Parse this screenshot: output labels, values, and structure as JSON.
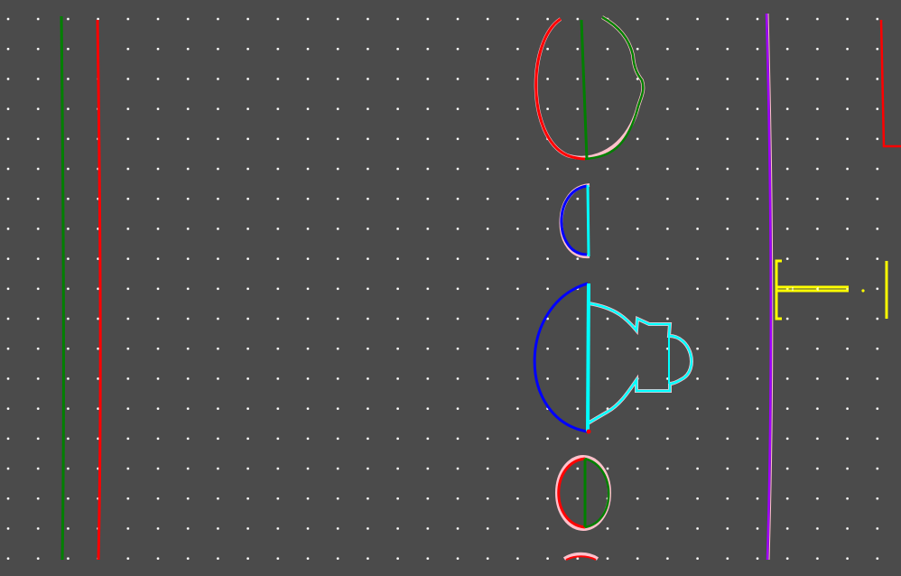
{
  "canvas": {
    "background": "#4b4b4b",
    "dot_color": "#ffffff"
  },
  "colors": {
    "red": "#ff0000",
    "green": "#008000",
    "blue": "#0000ff",
    "cyan": "#00ffff",
    "pink": "#ffc0cb",
    "purple": "#a000ff",
    "yellow": "#ffff00",
    "white": "#ffffff"
  },
  "icons": [
    "vertical-guide-lines",
    "split-circle-top",
    "split-semicircle-small",
    "bulb-shape",
    "split-oval-small",
    "bottom-arc",
    "vertical-purple-line",
    "yellow-bracket-symbol"
  ]
}
